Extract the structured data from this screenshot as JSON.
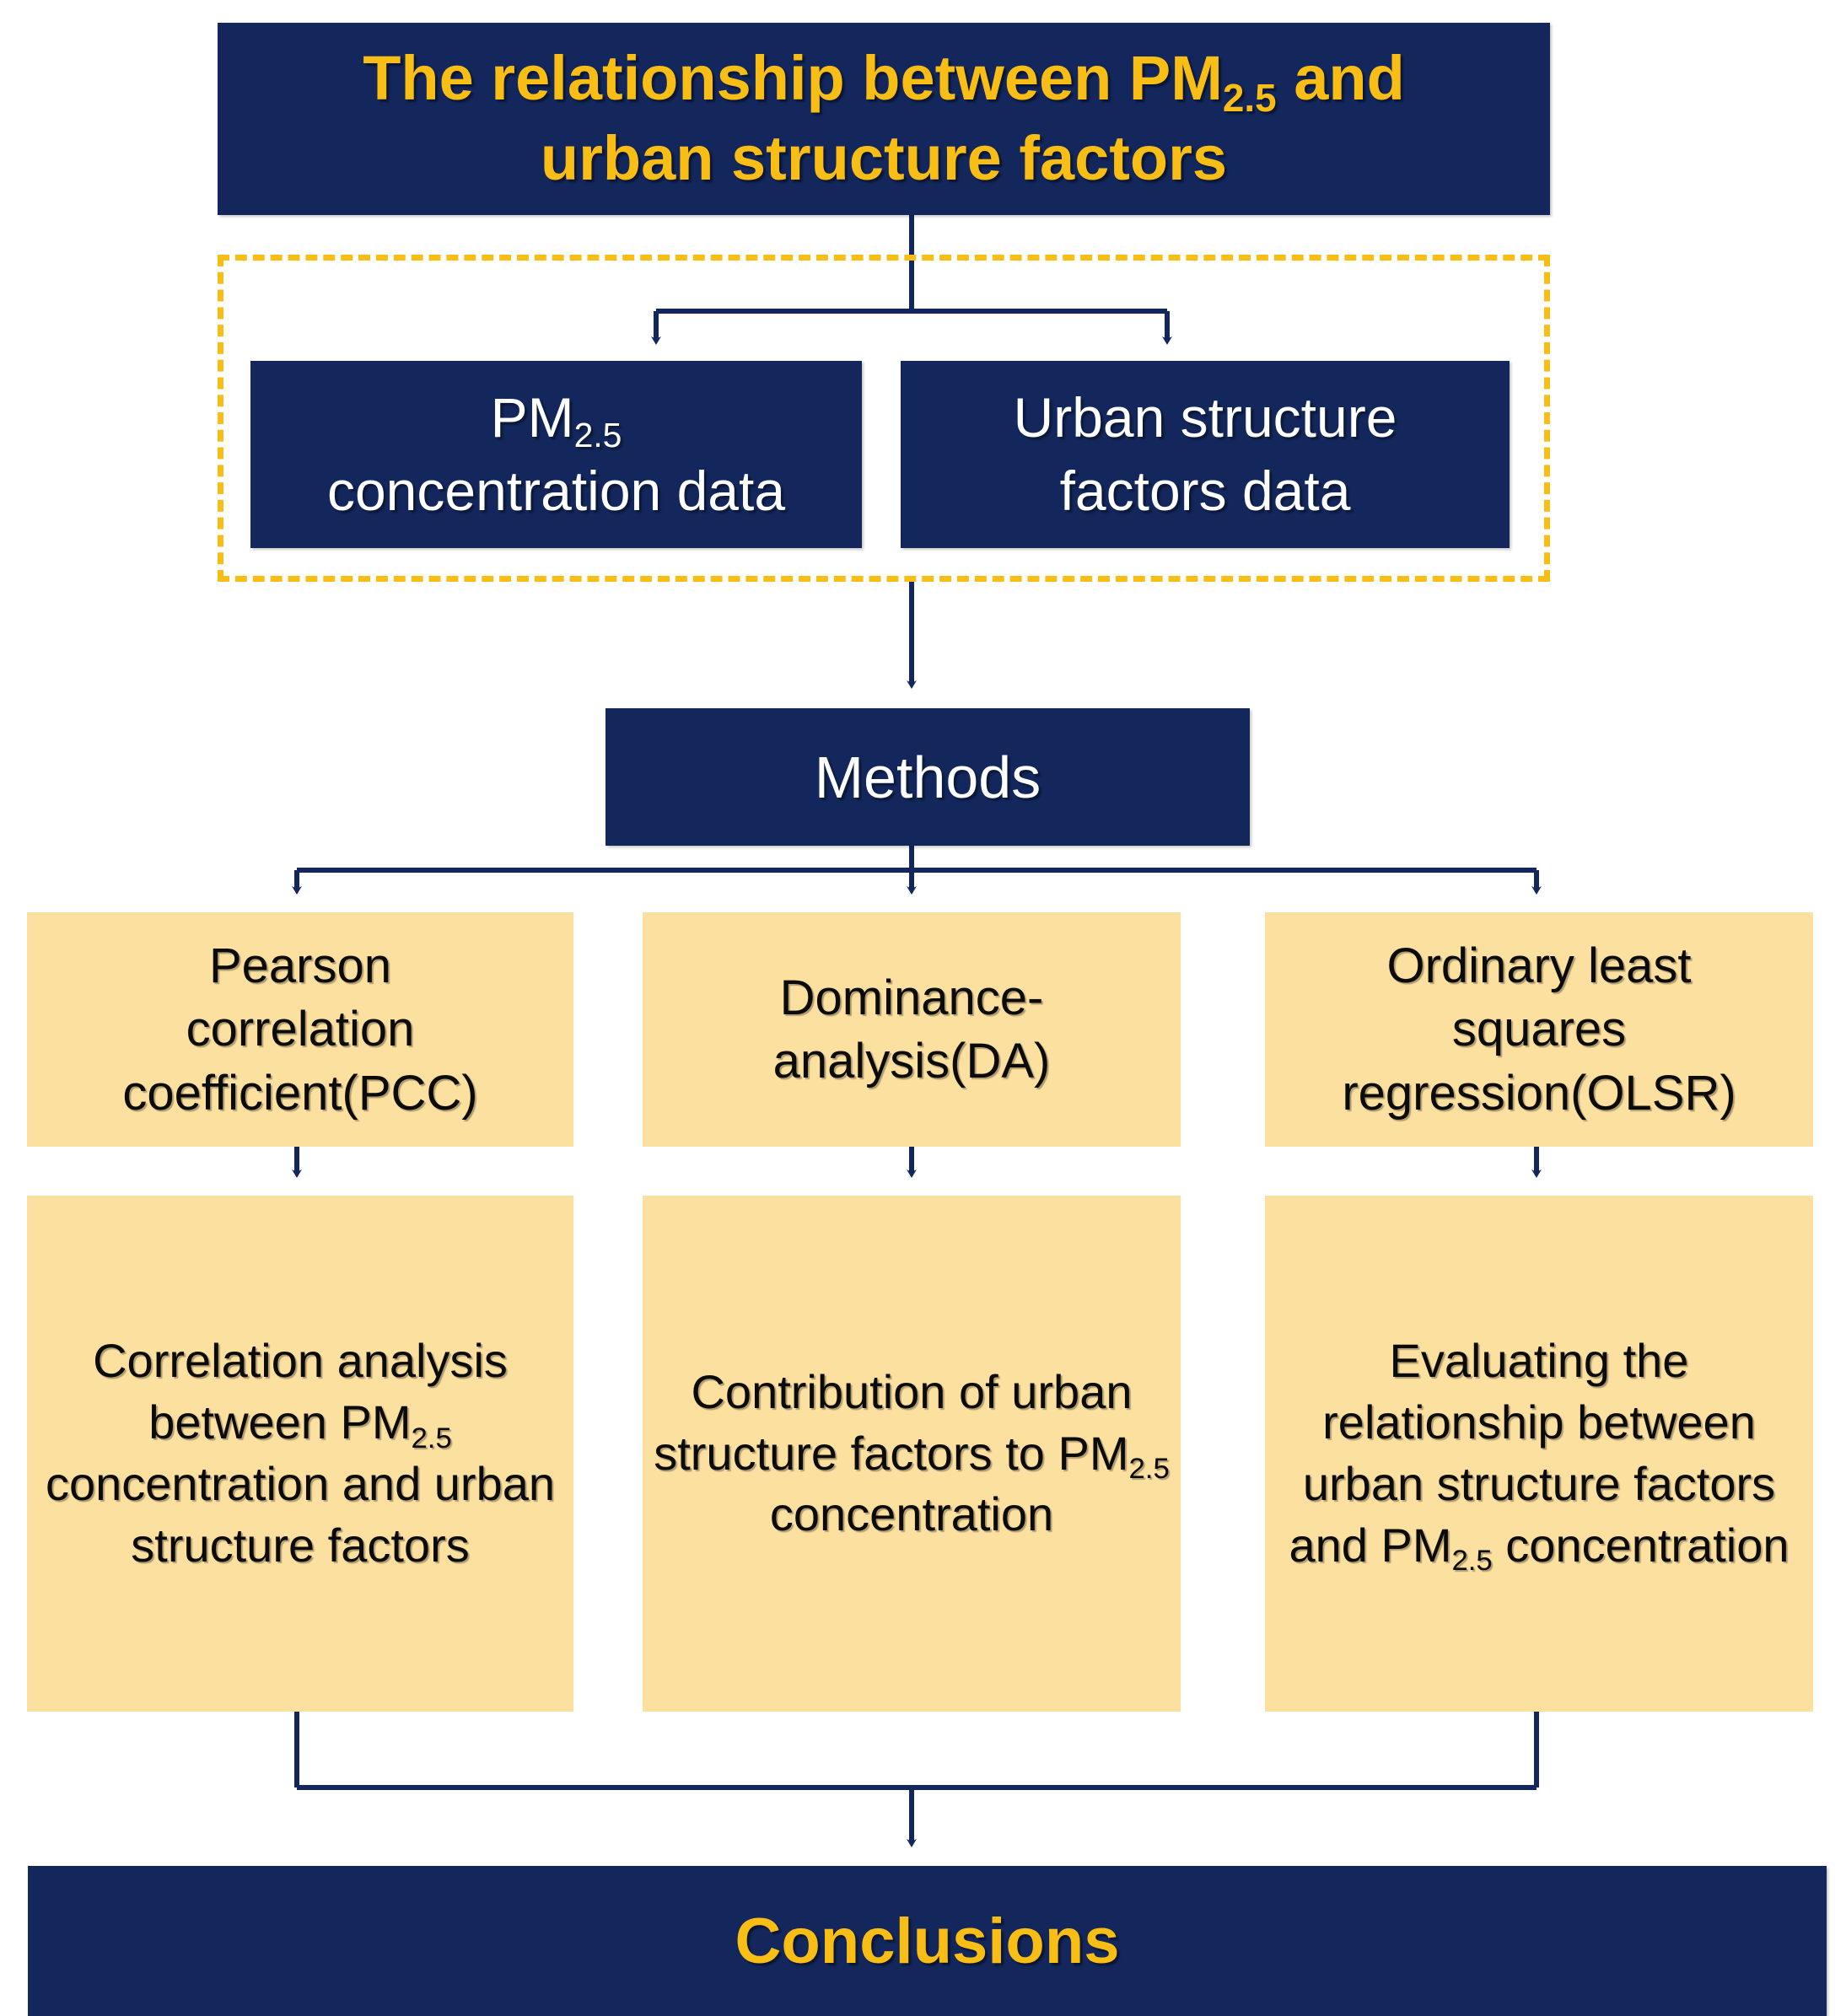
{
  "colors": {
    "navy": "#13275C",
    "cream": "#FCE0A0",
    "title_yellow": "#F9BE16",
    "dash_yellow": "#F9BE16",
    "white": "#FFFFFF",
    "black_text": "#0B0B0B"
  },
  "title": {
    "line1_a": "The relationship between  PM",
    "line1_sub": "2.5",
    "line1_b": " and",
    "line2": "urban structure factors"
  },
  "data_group": {
    "pm_box": {
      "line1_a": "PM",
      "line1_sub": "2.5",
      "line2": "concentration data"
    },
    "usf_box": {
      "line1": "Urban structure",
      "line2": "factors data"
    }
  },
  "methods_header": {
    "label": "Methods"
  },
  "methods": [
    {
      "id": "pcc",
      "line1": "Pearson",
      "line2": "correlation",
      "line3": "coefficient(PCC)"
    },
    {
      "id": "da",
      "line1": "Dominance-",
      "line2": "analysis(DA)"
    },
    {
      "id": "olsr",
      "line1": "Ordinary least",
      "line2": "squares",
      "line3": "regression(OLSR)"
    }
  ],
  "results": [
    {
      "id": "pcc-result",
      "pre": "Correlation analysis between PM",
      "sub": "2.5",
      "post": " concentration and urban structure factors"
    },
    {
      "id": "da-result",
      "pre": "Contribution of urban structure factors to PM",
      "sub": "2.5",
      "post": " concentration"
    },
    {
      "id": "olsr-result",
      "pre": "Evaluating the relationship between urban structure factors and PM",
      "sub": "2.5",
      "post": " concentration"
    }
  ],
  "conclusions": {
    "label": "Conclusions"
  },
  "connectors": {
    "title_to_split": "vertical trunk from title box down into dashed region, splitting to two data boxes",
    "data_to_methods": "vertical arrow from dashed region down to Methods box",
    "methods_to_three": "horizontal bus splitting to three method boxes",
    "method_to_result": "three short vertical arrows",
    "results_to_conclusions": "merge bus down to Conclusions box"
  }
}
